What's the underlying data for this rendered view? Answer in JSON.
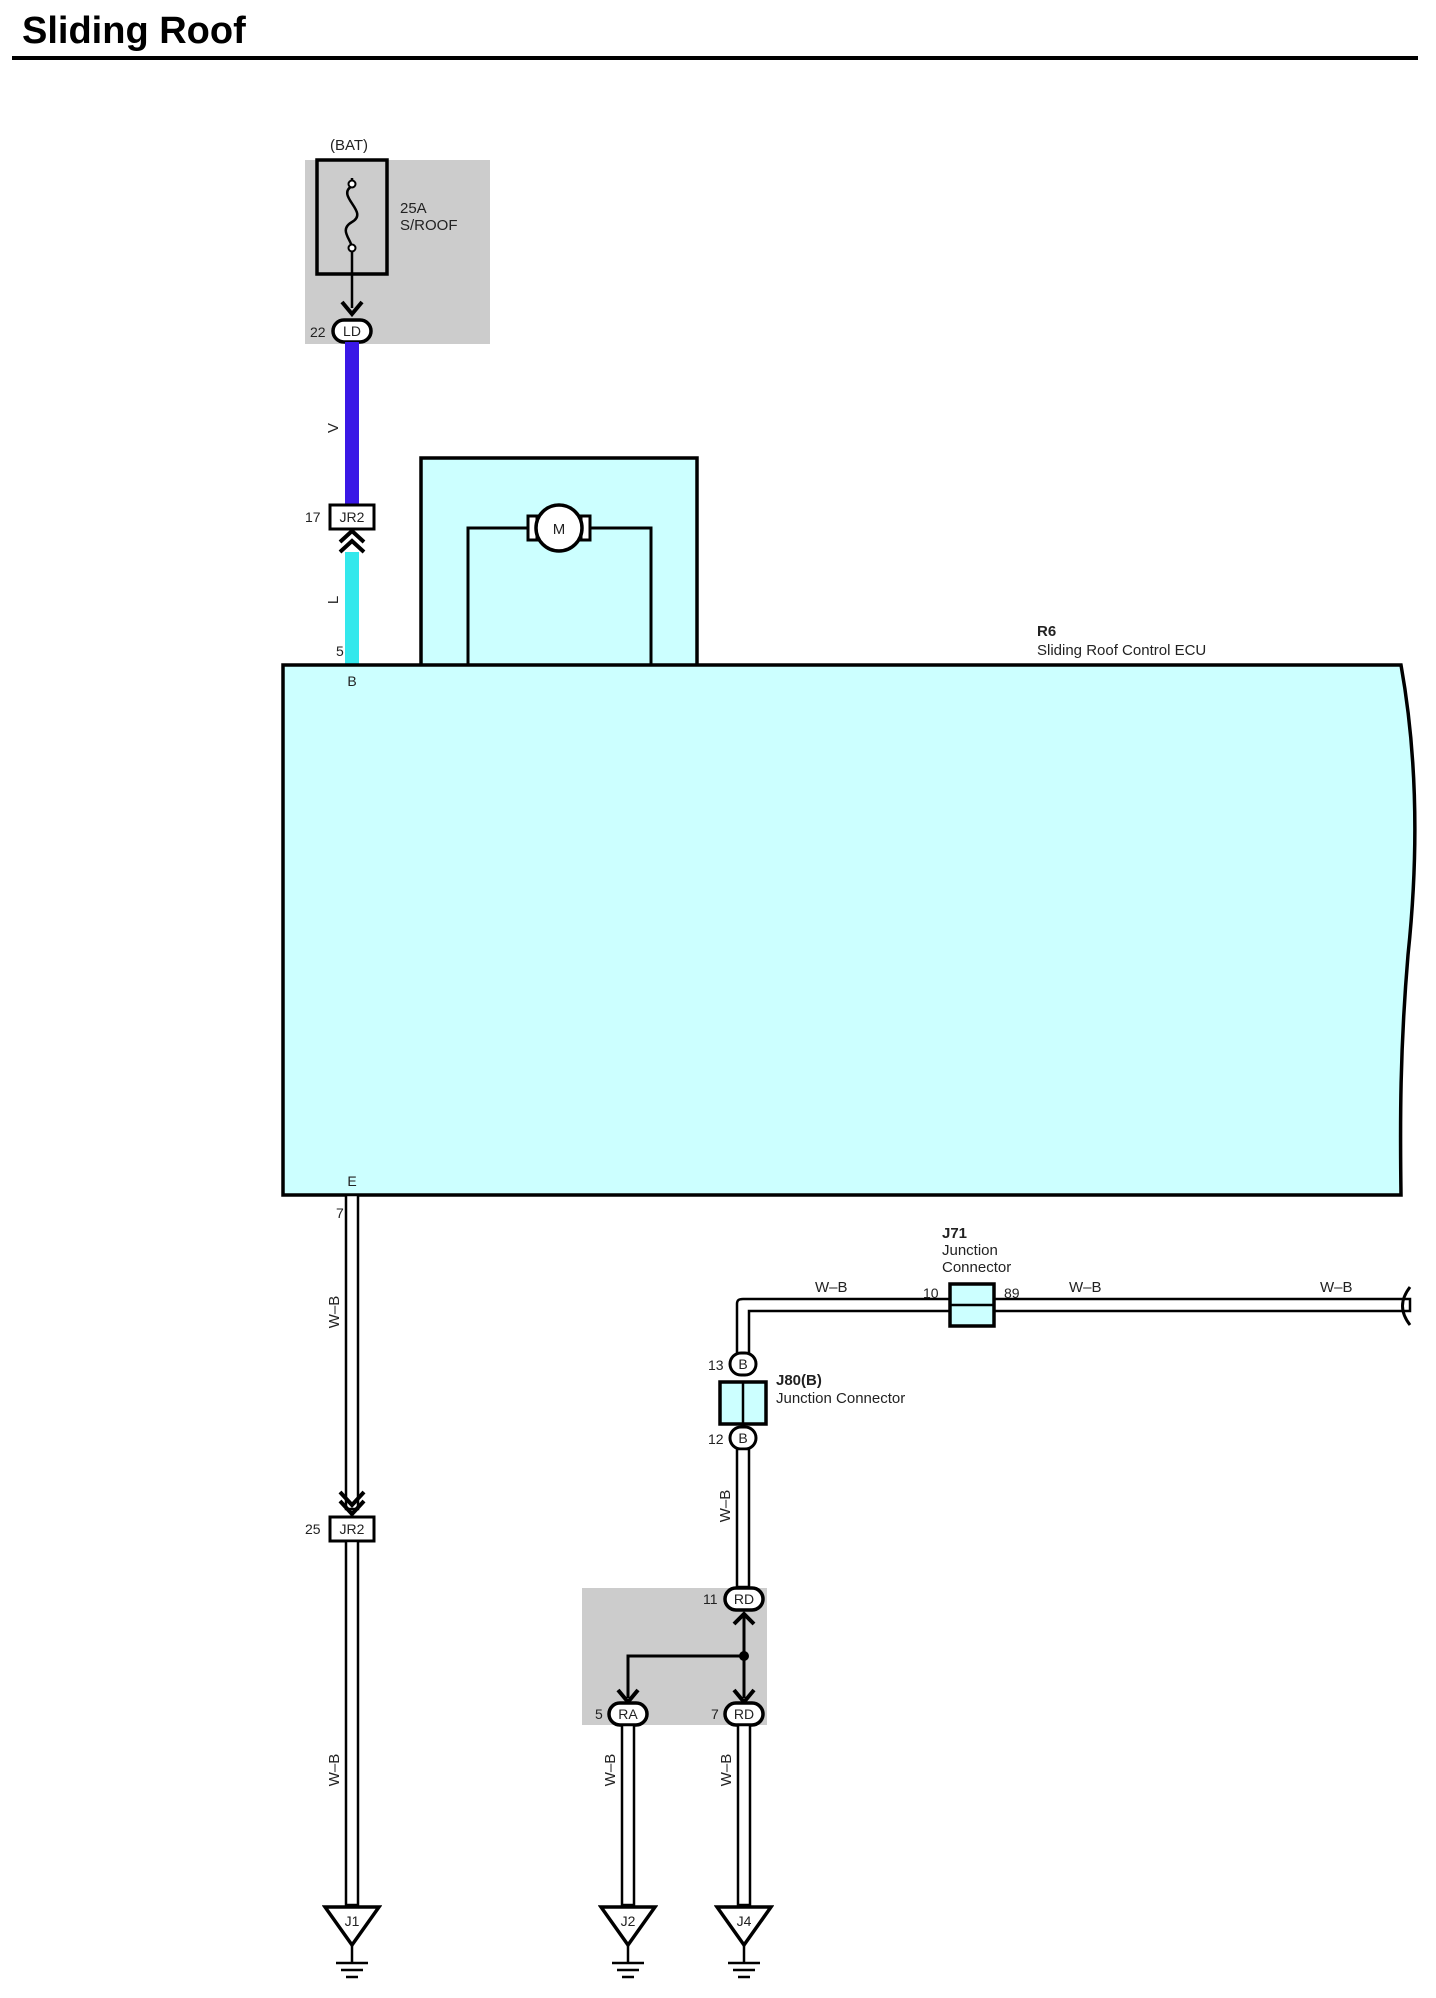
{
  "title": "Sliding Roof",
  "fuse": {
    "source": "(BAT)",
    "rating": "25A",
    "name": "S/ROOF"
  },
  "connectors": {
    "ld_pin": "22",
    "ld": "LD",
    "jr2_top_pin": "17",
    "jr2_top": "JR2",
    "jr2_bot_pin": "25",
    "jr2_bot": "JR2",
    "ra_pin": "5",
    "ra": "RA",
    "rd_top_pin": "11",
    "rd_top": "RD",
    "rd_bot_pin": "7",
    "rd_bot": "RD"
  },
  "wires": {
    "v": "V",
    "l": "L",
    "wb1": "W–B",
    "wb2": "W–B",
    "wb3": "W–B",
    "wb4": "W–B",
    "wb5": "W–B",
    "wb6": "W–B",
    "wb7": "W–B",
    "wb8": "W–B"
  },
  "motor": {
    "label": "M"
  },
  "ecu": {
    "id": "R6",
    "name": "Sliding Roof Control ECU",
    "pin_b_num": "5",
    "pin_b": "B",
    "pin_e_num": "7",
    "pin_e": "E"
  },
  "j71": {
    "id": "J71",
    "line1": "Junction",
    "line2": "Connector",
    "pin_left": "10",
    "pin_right": "89"
  },
  "j80": {
    "id": "J80(B)",
    "name": "Junction Connector",
    "pin_top_num": "13",
    "pin_top": "B",
    "pin_bot_num": "12",
    "pin_bot": "B"
  },
  "grounds": {
    "g1": "J1",
    "g2": "J2",
    "g3": "J4"
  },
  "colors": {
    "wire_v": "#3a18e6",
    "wire_l": "#33e8ec",
    "ecu_fill": "#ccffff",
    "junction_fill": "#ccffff",
    "shade": "#cccccc"
  }
}
